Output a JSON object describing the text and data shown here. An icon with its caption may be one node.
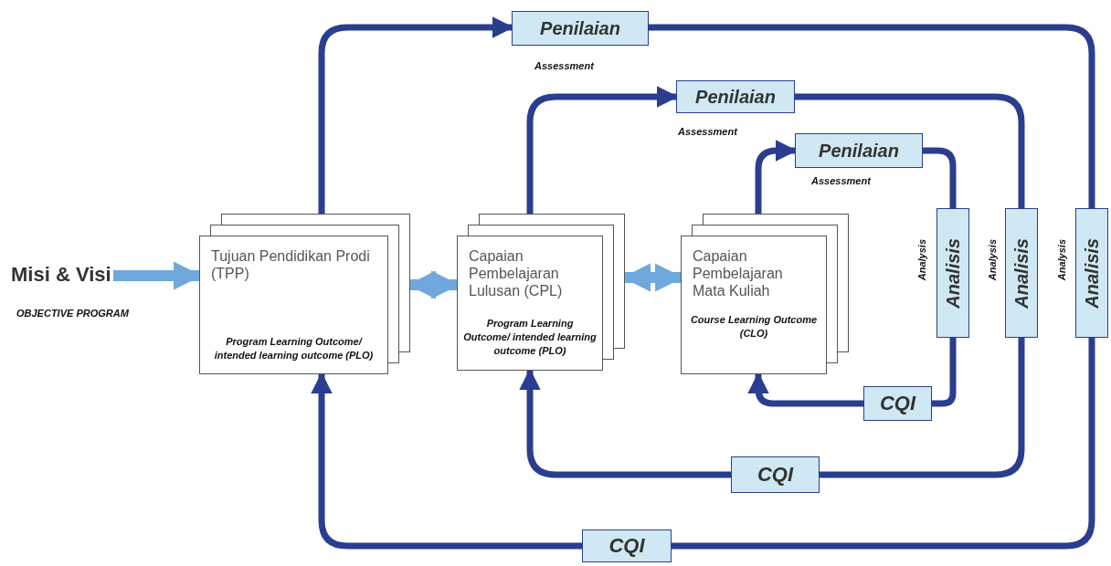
{
  "diagram": {
    "nodes": [
      {
        "text": [
          "Penilaian"
        ],
        "beside": [
          "Assessment"
        ]
      },
      {
        "text": [
          "Penilaian"
        ],
        "beside": [
          "Assessment"
        ]
      },
      {
        "text": [
          "Penilaian"
        ],
        "beside": [
          "Assessment"
        ]
      },
      {
        "text": [
          "Misi & Visi"
        ],
        "beside": [
          "OBJECTIVE PROGRAM"
        ]
      },
      {
        "text": [
          "Tujuan Pendidikan Prodi (TPP)",
          "Program Learning Outcome/ intended learning outcome (PLO)"
        ]
      },
      {
        "text": [
          "Capaian Pembelajaran Lulusan (CPL)",
          "Program Learning Outcome/ intended learning outcome (PLO)"
        ]
      },
      {
        "text": [
          "Capaian Pembelajaran Mata Kuliah",
          "Course Learning Outcome (CLO)"
        ]
      },
      {
        "text": [
          "Analisis"
        ],
        "beside": [
          "Analysis"
        ]
      },
      {
        "text": [
          "Analisis"
        ],
        "beside": [
          "Analysis"
        ]
      },
      {
        "text": [
          "Analisis"
        ],
        "beside": [
          "Analysis"
        ]
      },
      {
        "text": [
          "CQI"
        ]
      },
      {
        "text": [
          "CQI"
        ]
      },
      {
        "text": [
          "CQI"
        ]
      }
    ],
    "edges": [
      {
        "from": 3,
        "to": 4,
        "arrow": "to",
        "color": "#6fa8dc"
      },
      {
        "from": 4,
        "to": 5,
        "arrow": "both",
        "color": "#6fa8dc"
      },
      {
        "from": 5,
        "to": 6,
        "arrow": "both",
        "color": "#6fa8dc"
      },
      {
        "from": 4,
        "to": 0,
        "arrow": "to"
      },
      {
        "from": 0,
        "to": 9,
        "arrow": "none"
      },
      {
        "from": 9,
        "to": 12,
        "arrow": "none"
      },
      {
        "from": 12,
        "to": 4,
        "arrow": "to"
      },
      {
        "from": 5,
        "to": 1,
        "arrow": "to"
      },
      {
        "from": 1,
        "to": 8,
        "arrow": "none"
      },
      {
        "from": 8,
        "to": 11,
        "arrow": "none"
      },
      {
        "from": 11,
        "to": 5,
        "arrow": "to"
      },
      {
        "from": 6,
        "to": 2,
        "arrow": "to"
      },
      {
        "from": 2,
        "to": 7,
        "arrow": "none"
      },
      {
        "from": 7,
        "to": 10,
        "arrow": "none"
      },
      {
        "from": 10,
        "to": 6,
        "arrow": "to"
      }
    ]
  }
}
